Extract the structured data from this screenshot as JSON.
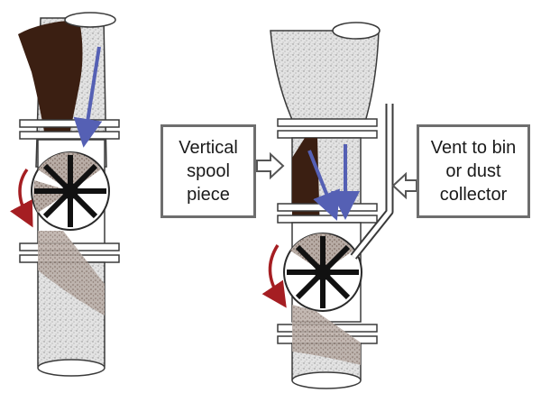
{
  "callouts": {
    "spool": {
      "lines": [
        "Vertical",
        "spool",
        "piece"
      ]
    },
    "vent": {
      "lines": [
        "Vent to bin",
        "or dust",
        "collector"
      ]
    }
  },
  "colors": {
    "dark_material": "#3b1f12",
    "speckled_fill": "#dedede",
    "outline": "#3a3a3a",
    "flow_arrow": "#5560b4",
    "rotation_arrow": "#a51e22",
    "callout_border": "#6e6e6e"
  }
}
